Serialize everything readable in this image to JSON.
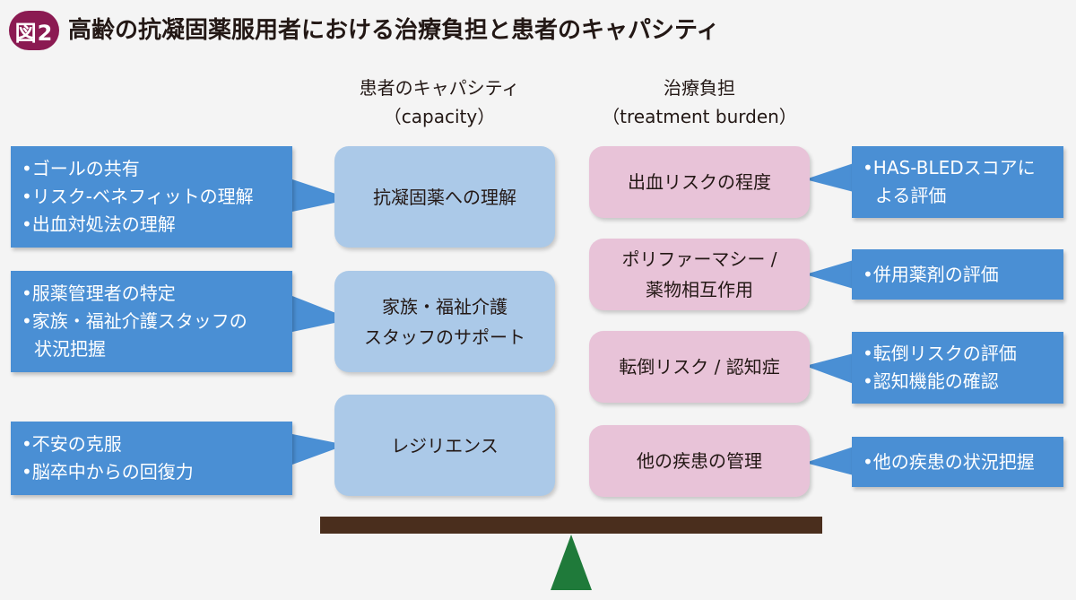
{
  "title": {
    "badge": "図2",
    "text": "高齢の抗凝固薬服用者における治療負担と患者のキャパシティ"
  },
  "columns": {
    "capacity": {
      "label": "患者のキャパシティ",
      "sublabel": "（capacity）"
    },
    "burden": {
      "label": "治療負担",
      "sublabel": "（treatment burden）"
    }
  },
  "capacity_items": [
    {
      "lines": [
        "抗凝固薬への理解"
      ],
      "notes": [
        {
          "text": "•ゴールの共有"
        },
        {
          "text": "•リスク-ベネフィットの理解"
        },
        {
          "text": "•出血対処法の理解"
        }
      ]
    },
    {
      "lines": [
        "家族・福祉介護",
        "スタッフのサポート"
      ],
      "notes": [
        {
          "text": "•服薬管理者の特定"
        },
        {
          "text": "•家族・福祉介護スタッフの",
          "cont": "状況把握"
        }
      ]
    },
    {
      "lines": [
        "レジリエンス"
      ],
      "notes": [
        {
          "text": "•不安の克服"
        },
        {
          "text": "•脳卒中からの回復力"
        }
      ]
    }
  ],
  "burden_items": [
    {
      "lines": [
        "出血リスクの程度"
      ],
      "notes": [
        {
          "text": "•HAS-BLEDスコアに",
          "cont": "よる評価"
        }
      ]
    },
    {
      "lines": [
        "ポリファーマシー /",
        "薬物相互作用"
      ],
      "notes": [
        {
          "text": "•併用薬剤の評価"
        }
      ]
    },
    {
      "lines": [
        "転倒リスク / 認知症"
      ],
      "notes": [
        {
          "text": "•転倒リスクの評価"
        },
        {
          "text": "•認知機能の確認"
        }
      ]
    },
    {
      "lines": [
        "他の疾患の管理"
      ],
      "notes": [
        {
          "text": "•他の疾患の状況把握"
        }
      ]
    }
  ],
  "colors": {
    "badge": "#8b1a52",
    "capacity_box": "#abc9e8",
    "burden_box": "#e8c3d8",
    "note_box": "#4a8fd4",
    "beam": "#4a2e1d",
    "fulcrum": "#1f7a3a"
  }
}
